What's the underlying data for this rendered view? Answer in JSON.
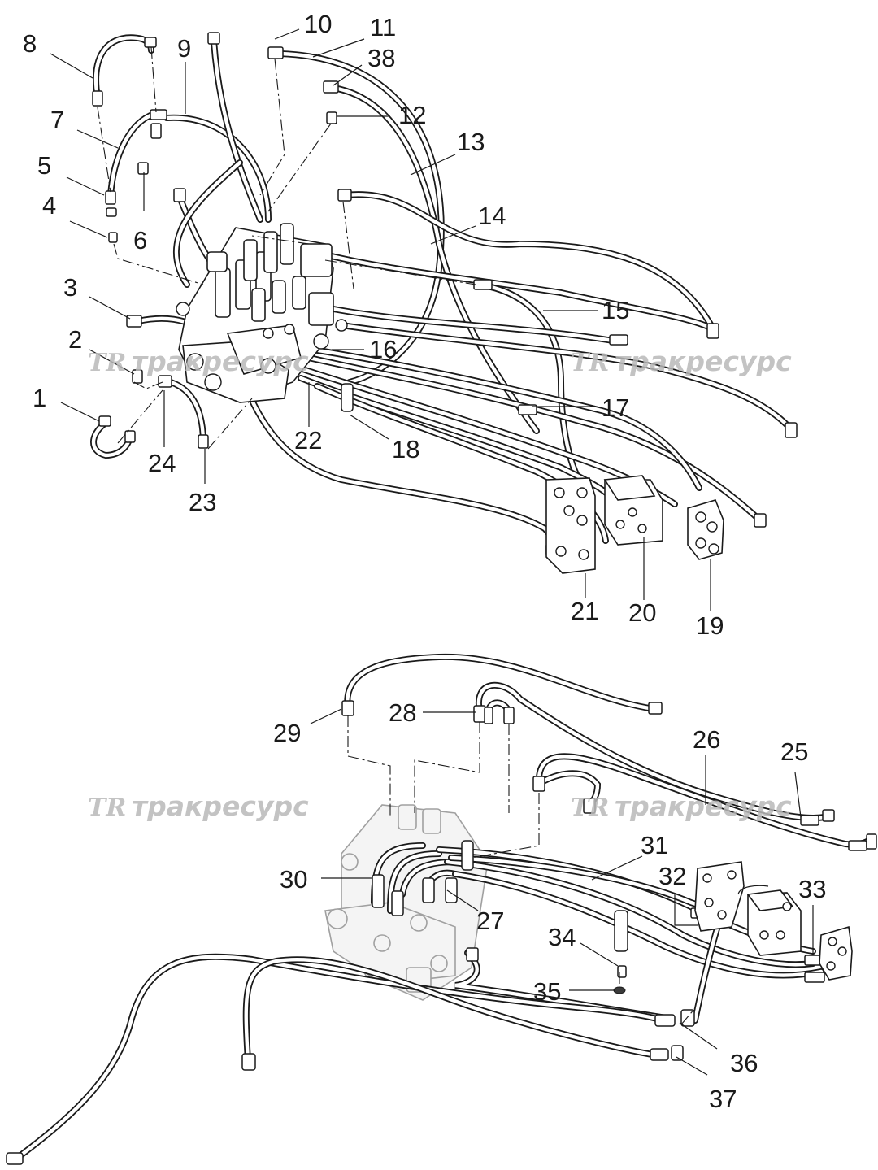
{
  "watermark": {
    "logo": "TR",
    "text": "тракресурс"
  },
  "callouts": [
    "1",
    "2",
    "3",
    "4",
    "5",
    "6",
    "7",
    "8",
    "9",
    "10",
    "11",
    "12",
    "13",
    "14",
    "15",
    "16",
    "17",
    "18",
    "19",
    "20",
    "21",
    "22",
    "23",
    "24",
    "25",
    "26",
    "27",
    "28",
    "29",
    "30",
    "31",
    "32",
    "33",
    "34",
    "35",
    "36",
    "37",
    "38"
  ]
}
